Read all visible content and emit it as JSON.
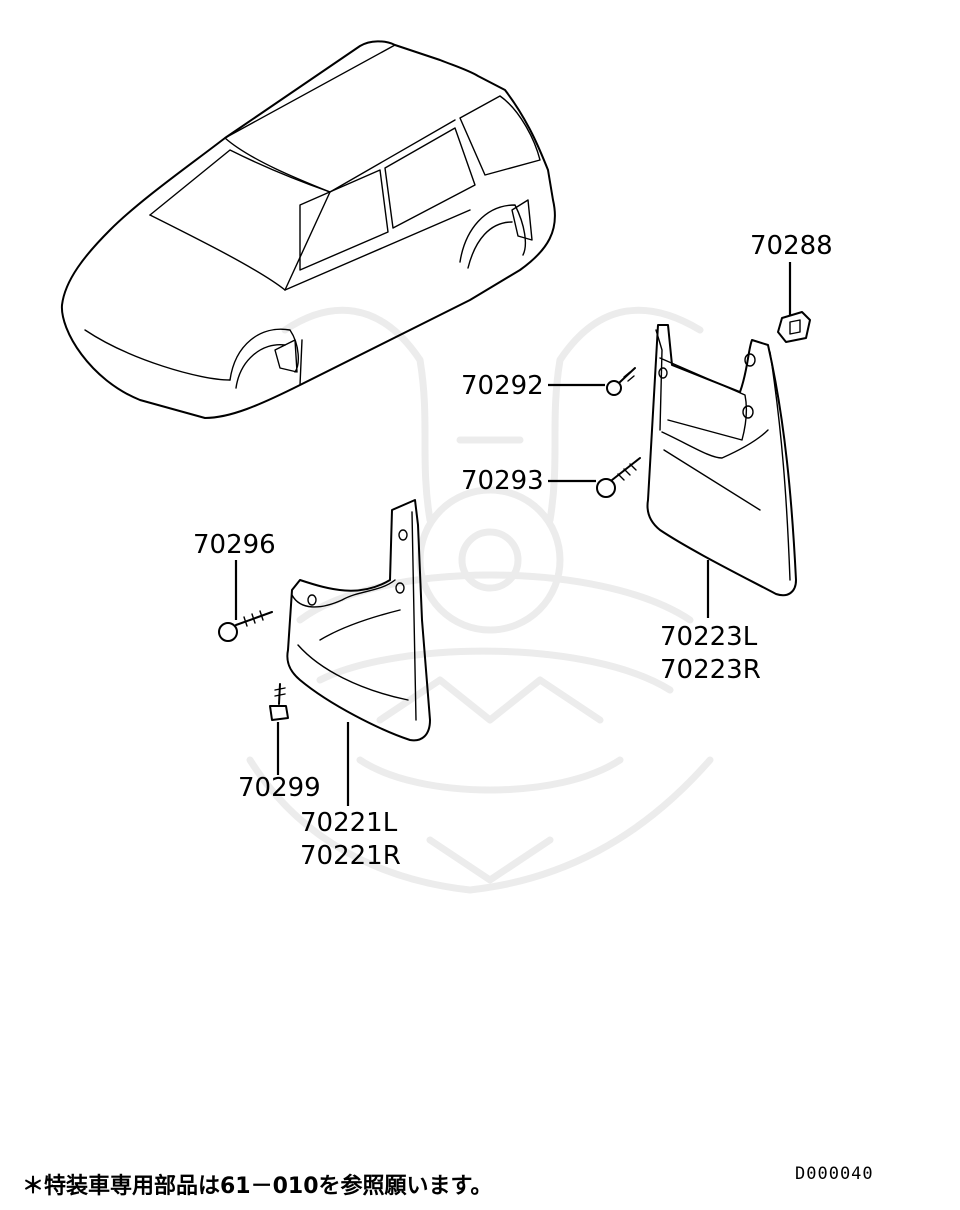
{
  "parts": {
    "p70288": "70288",
    "p70292": "70292",
    "p70293": "70293",
    "p70296": "70296",
    "p70299": "70299",
    "p70223L": "70223L",
    "p70223R": "70223R",
    "p70221L": "70221L",
    "p70221R": "70221R"
  },
  "footer": {
    "note": "＊特装車専用部品は61－010を参照願います。",
    "diagram_code": "D000040"
  },
  "colors": {
    "line": "#000000",
    "watermark": "#ececec",
    "background": "#ffffff"
  }
}
